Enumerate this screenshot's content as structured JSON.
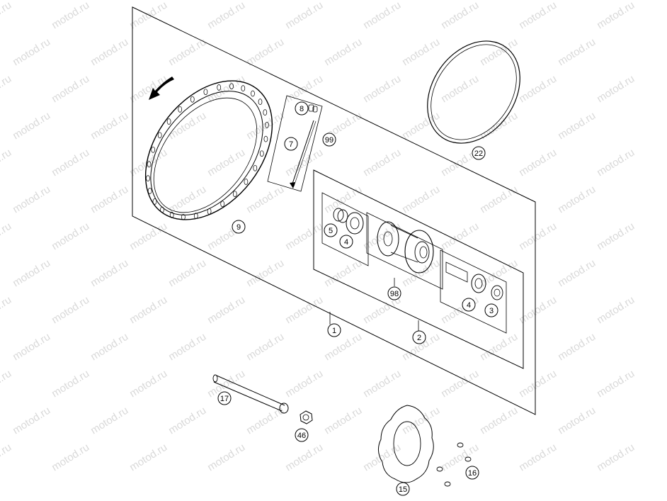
{
  "watermark": "motod.ru",
  "callouts": [
    {
      "id": "c1",
      "text": "1"
    },
    {
      "id": "c2",
      "text": "2"
    },
    {
      "id": "c3",
      "text": "3"
    },
    {
      "id": "c4a",
      "text": "4"
    },
    {
      "id": "c4b",
      "text": "4"
    },
    {
      "id": "c5",
      "text": "5"
    },
    {
      "id": "c7",
      "text": "7"
    },
    {
      "id": "c8",
      "text": "8"
    },
    {
      "id": "c9",
      "text": "9"
    },
    {
      "id": "c15",
      "text": "15"
    },
    {
      "id": "c16",
      "text": "16"
    },
    {
      "id": "c17",
      "text": "17"
    },
    {
      "id": "c22",
      "text": "22"
    },
    {
      "id": "c46",
      "text": "46"
    },
    {
      "id": "c98",
      "text": "98"
    },
    {
      "id": "c99",
      "text": "99"
    }
  ]
}
